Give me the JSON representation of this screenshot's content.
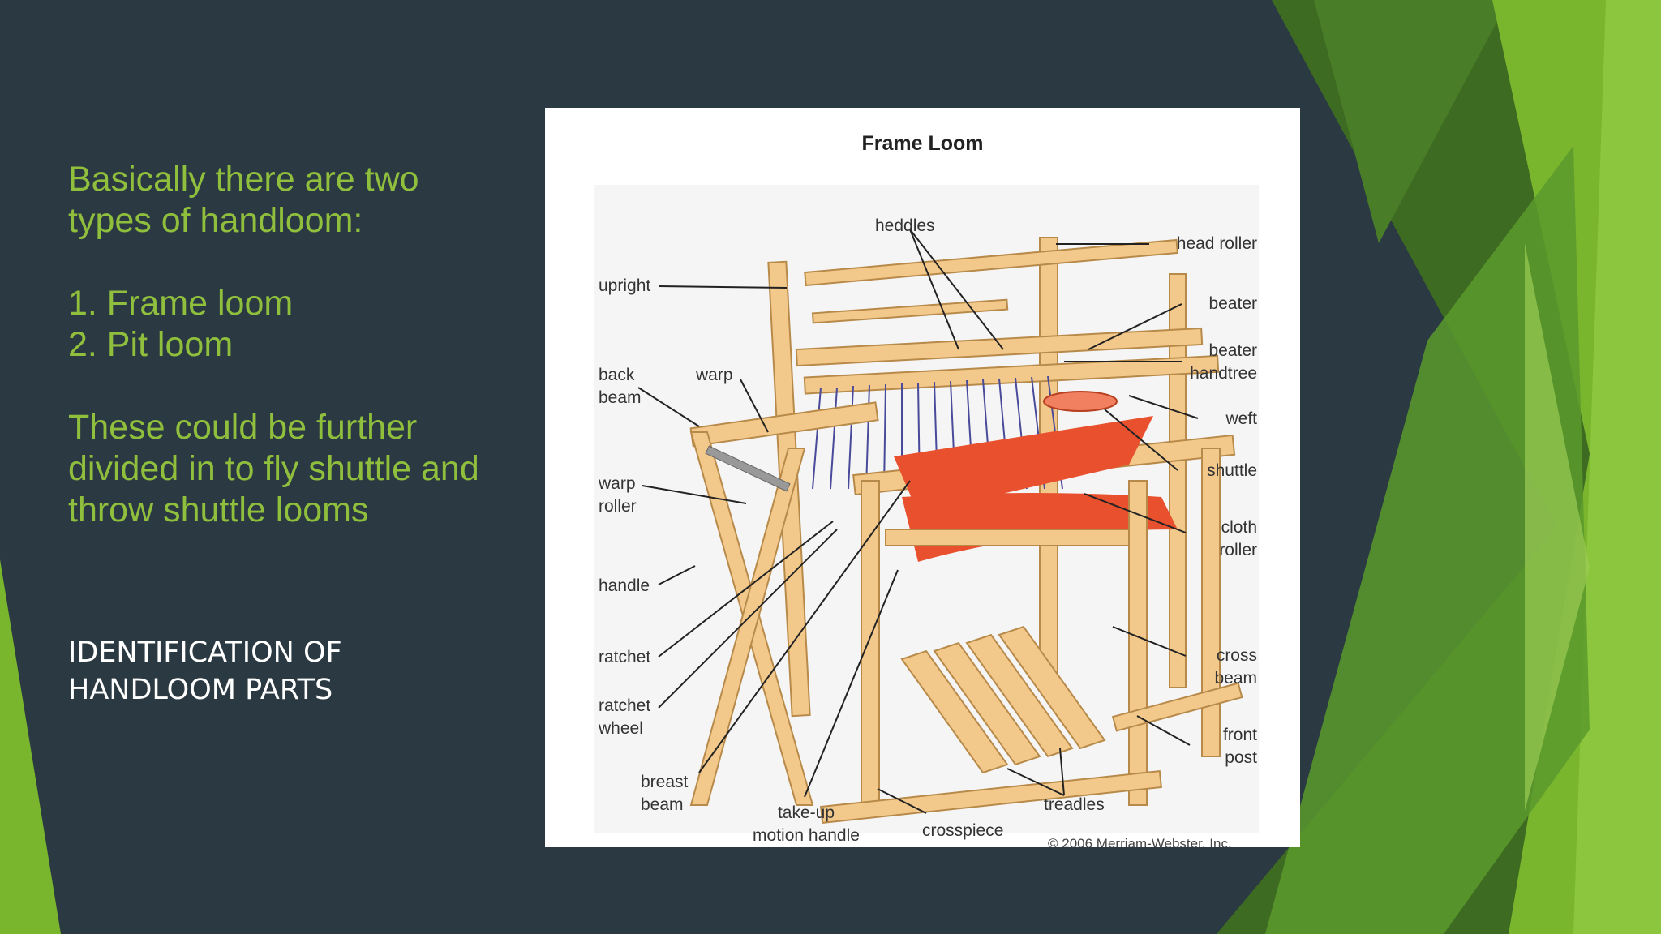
{
  "left_text": {
    "intro": "Basically there are two types of handloom:",
    "items": [
      "1. Frame loom",
      "2. Pit loom"
    ],
    "further": "These could be further divided in to fly shuttle and throw shuttle looms"
  },
  "subtitle": "IDENTIFICATION OF HANDLOOM PARTS",
  "figure": {
    "title": "Frame Loom",
    "labels": {
      "heddles": "heddles",
      "head_roller": "head roller",
      "upright": "upright",
      "beater": "beater",
      "beater_handtree": "beater\nhandtree",
      "back_beam": "back\nbeam",
      "warp": "warp",
      "weft": "weft",
      "shuttle": "shuttle",
      "warp_roller": "warp\nroller",
      "cloth_roller": "cloth\nroller",
      "handle": "handle",
      "ratchet": "ratchet",
      "cross_beam": "cross\nbeam",
      "ratchet_wheel": "ratchet\nwheel",
      "front_post": "front\npost",
      "breast_beam": "breast\nbeam",
      "take_up_motion_handle": "take-up\nmotion handle",
      "crosspiece": "crosspiece",
      "treadles": "treadles"
    },
    "copyright": "© 2006 Merriam-Webster, Inc."
  },
  "colors": {
    "background": "#2b3a42",
    "accent_green": "#8fbf3c",
    "wood": "#f2c98b",
    "cloth": "#e8502e"
  }
}
